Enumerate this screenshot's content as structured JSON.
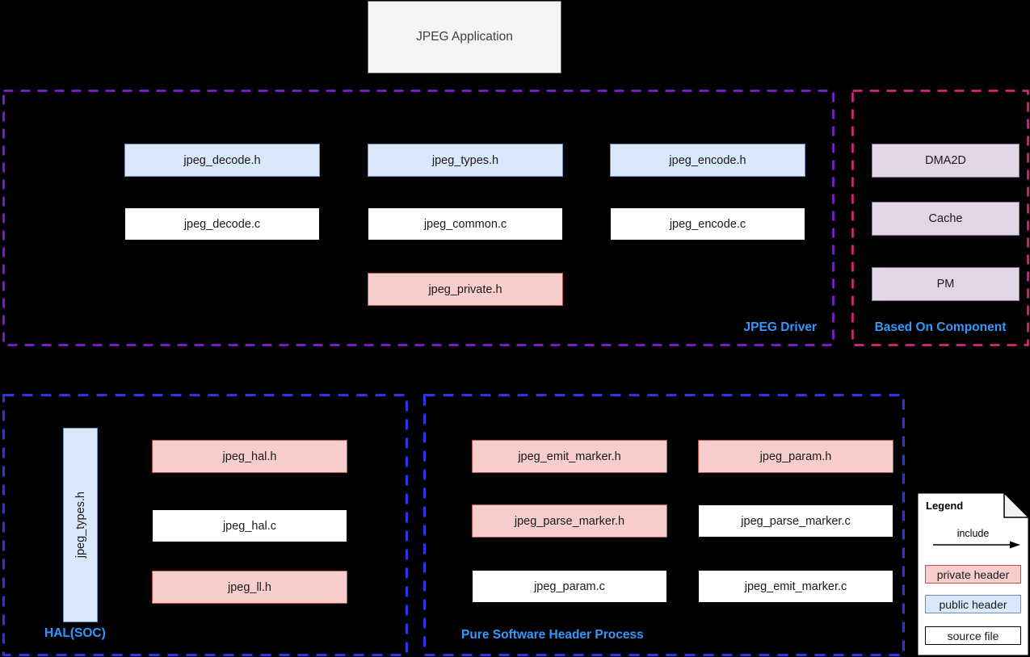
{
  "app": {
    "label": "JPEG Application"
  },
  "driver": {
    "label": "JPEG Driver",
    "nodes": {
      "decode_h": "jpeg_decode.h",
      "types_h": "jpeg_types.h",
      "encode_h": "jpeg_encode.h",
      "decode_c": "jpeg_decode.c",
      "common_c": "jpeg_common.c",
      "encode_c": "jpeg_encode.c",
      "private_h": "jpeg_private.h"
    }
  },
  "based_on": {
    "label": "Based On Component",
    "nodes": {
      "dma2d": "DMA2D",
      "cache": "Cache",
      "pm": "PM"
    }
  },
  "hal": {
    "label": "HAL(SOC)",
    "nodes": {
      "types_h_vertical": "jpeg_types.h",
      "hal_h": "jpeg_hal.h",
      "hal_c": "jpeg_hal.c",
      "ll_h": "jpeg_ll.h"
    }
  },
  "pure_software": {
    "label": "Pure Software Header Process",
    "nodes": {
      "emit_marker_h": "jpeg_emit_marker.h",
      "param_h": "jpeg_param.h",
      "parse_marker_h": "jpeg_parse_marker.h",
      "parse_marker_c": "jpeg_parse_marker.c",
      "param_c": "jpeg_param.c",
      "emit_marker_c": "jpeg_emit_marker.c"
    }
  },
  "legend": {
    "title": "Legend",
    "include_label": "include",
    "items": {
      "private_header": "private header",
      "public_header": "public header",
      "source_file": "source file"
    }
  },
  "colors": {
    "background": "#000000",
    "public_header_fill": "#dae8fc",
    "public_header_border": "#6c8ebf",
    "private_header_fill": "#f8cecc",
    "private_header_border": "#b85450",
    "source_file_fill": "#ffffff",
    "source_file_border": "#000000",
    "component_fill": "#e1d5e7",
    "component_border": "#9673a6",
    "driver_container_border": "#8b1fe9",
    "based_on_container_border": "#e9258c",
    "bottom_container_border": "#3032e8",
    "container_label_text": "#3399ff",
    "app_box_fill": "#f5f5f5"
  }
}
